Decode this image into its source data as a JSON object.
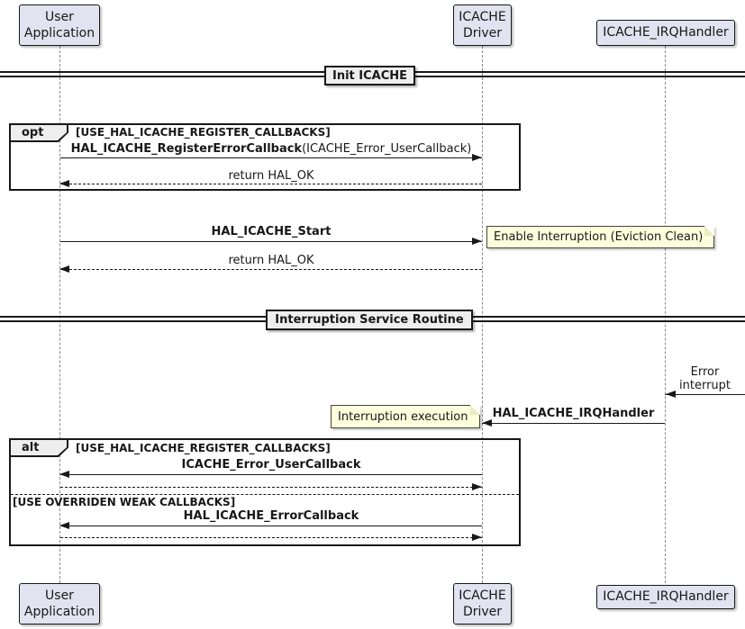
{
  "participants": {
    "user_app": {
      "line1": "User",
      "line2": "Application"
    },
    "driver": {
      "line1": "ICACHE",
      "line2": "Driver"
    },
    "irq": {
      "label": "ICACHE_IRQHandler"
    }
  },
  "dividers": {
    "init": "Init ICACHE",
    "isr": "Interruption Service Routine"
  },
  "frames": {
    "opt": {
      "keyword": "opt",
      "guard": "[USE_HAL_ICACHE_REGISTER_CALLBACKS]"
    },
    "alt": {
      "keyword": "alt",
      "guard1": "[USE_HAL_ICACHE_REGISTER_CALLBACKS]",
      "guard2": "[USE OVERRIDEN WEAK CALLBACKS]"
    }
  },
  "messages": {
    "register": {
      "name": "HAL_ICACHE_RegisterErrorCallback",
      "args": "(ICACHE_Error_UserCallback)"
    },
    "return_ok_1": "return HAL_OK",
    "start": "HAL_ICACHE_Start",
    "return_ok_2": "return HAL_OK",
    "error_interrupt": {
      "line1": "Error",
      "line2": "interrupt"
    },
    "irq_handler": "HAL_ICACHE_IRQHandler",
    "user_callback": "ICACHE_Error_UserCallback",
    "error_callback": "HAL_ICACHE_ErrorCallback"
  },
  "notes": {
    "enable_interruption": "Enable Interruption (Eviction Clean)",
    "interruption_execution": "Interruption execution"
  },
  "colors": {
    "participant_fill": "#E2E2F0",
    "note_fill": "#FEFFDD",
    "frame_label_fill": "#EEEEEE",
    "line": "#181818",
    "lifeline": "#8A8A8A",
    "background": "#FFFFFF"
  }
}
